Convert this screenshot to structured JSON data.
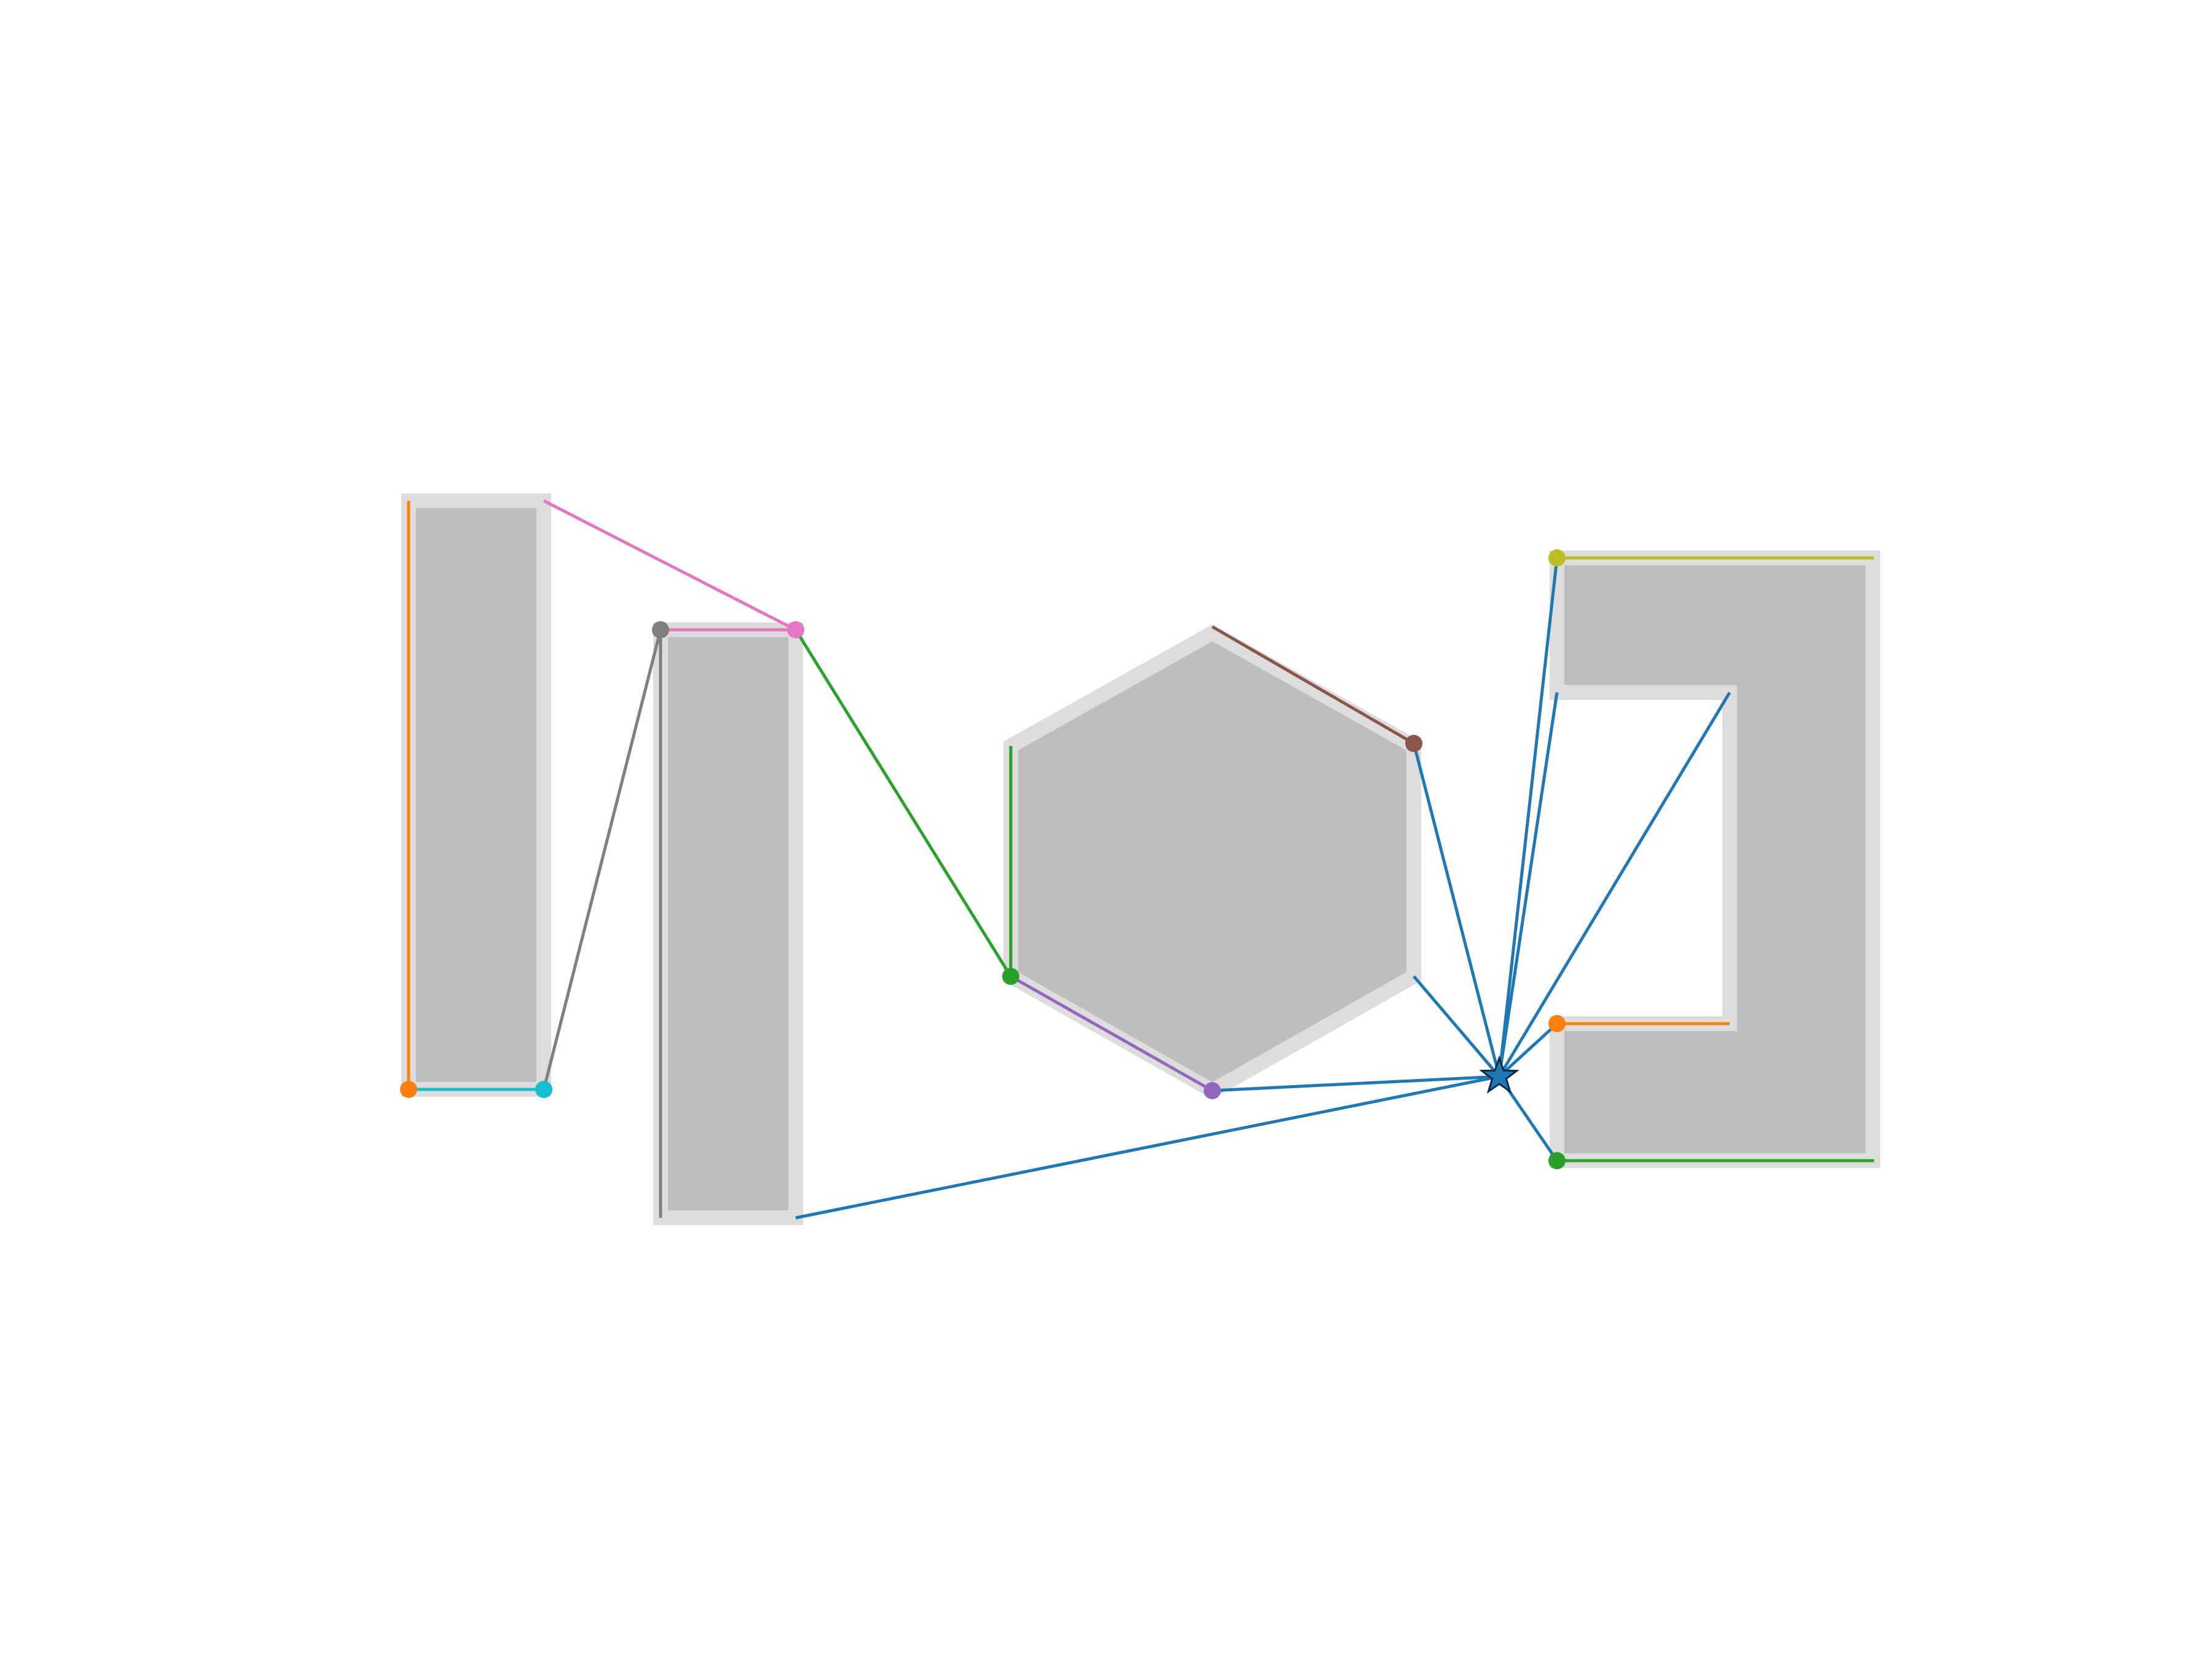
{
  "colors": {
    "background": "#ffffff",
    "obstacle_fill": "#bebebe",
    "obstacle_outline": "#dddddd",
    "tab_blue": "#1f77b4",
    "tab_orange": "#ff7f0e",
    "tab_green": "#2ca02c",
    "tab_purple": "#9467bd",
    "tab_brown": "#8c564b",
    "tab_pink": "#e377c2",
    "tab_gray": "#7f7f7f",
    "tab_olive": "#bcbd22",
    "tab_cyan": "#17becf"
  },
  "legend": "none",
  "source_marker": "star-marker",
  "obstacles": [
    "rectangle",
    "rectangle",
    "hexagon",
    "c-shape"
  ]
}
